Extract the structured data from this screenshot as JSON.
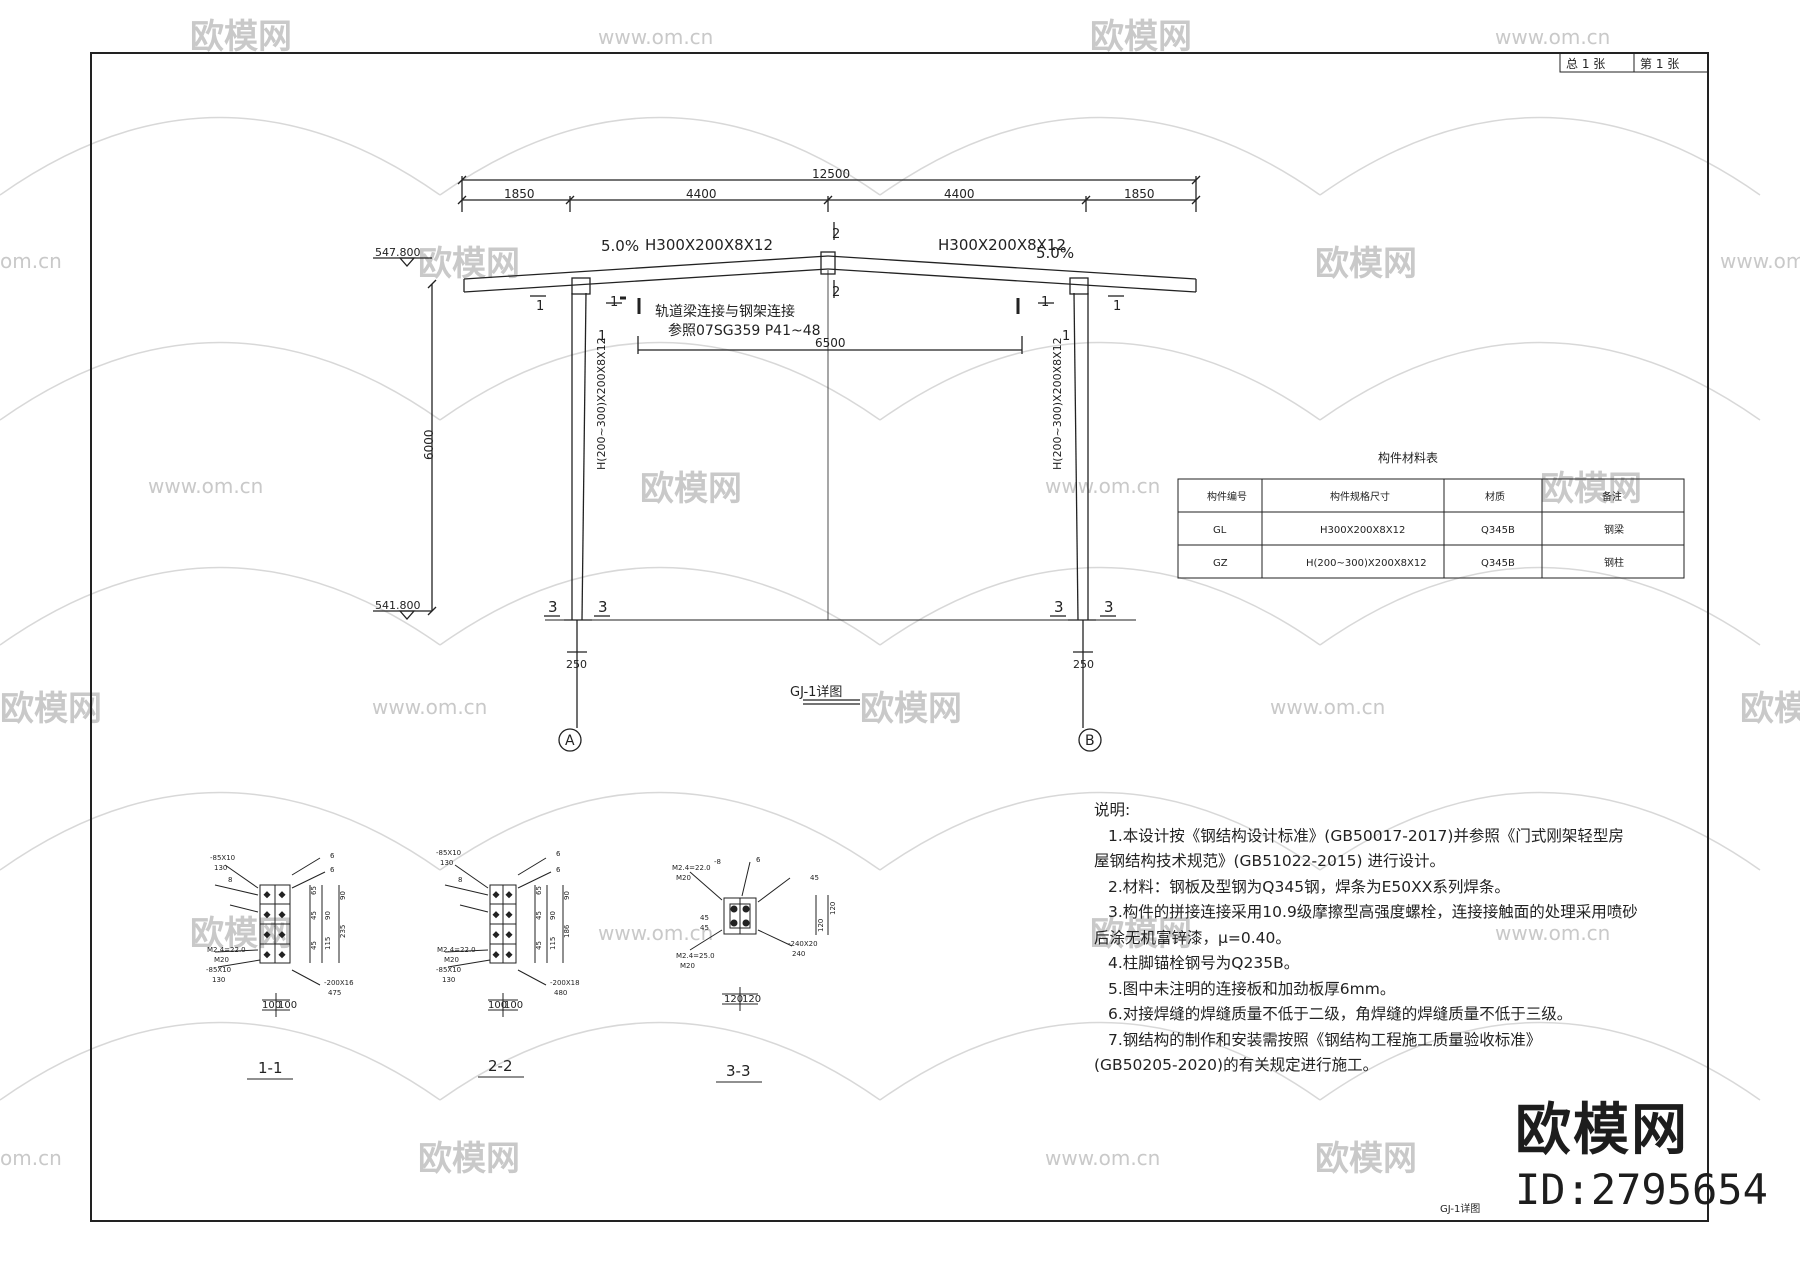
{
  "sheet": {
    "total_label": "总 1 张",
    "page_label": "第 1 张",
    "title_small": "GJ-1详图"
  },
  "frame": {
    "dims": {
      "overall": "12500",
      "seg1": "1850",
      "seg2": "4400",
      "seg3": "4400",
      "seg4": "1850",
      "span": "6500",
      "height": "6000",
      "col_w_a": "250",
      "col_w_b": "250"
    },
    "elevations": {
      "top": "547.800",
      "bottom": "541.800"
    },
    "beam_left": "H300X200X8X12",
    "beam_right": "H300X200X8X12",
    "slope_left": "5.0%",
    "slope_right": "5.0%",
    "column_label": "H(200~300)X200X8X12",
    "note_line1": "轨道梁连接与钢架连接",
    "note_line2": "参照07SG359 P41~48",
    "section_marks": {
      "s1": "1",
      "s2": "2",
      "s3": "3"
    },
    "axes": {
      "a": "A",
      "b": "B"
    },
    "title": "GJ-1详图"
  },
  "material_table": {
    "title": "构件材料表",
    "headers": [
      "构件编号",
      "构件规格尺寸",
      "材质",
      "备注"
    ],
    "rows": [
      [
        "GL",
        "H300X200X8X12",
        "Q345B",
        "钢梁"
      ],
      [
        "GZ",
        "H(200~300)X200X8X12",
        "Q345B",
        "钢柱"
      ]
    ]
  },
  "sections": {
    "s11": {
      "title": "1-1",
      "w1": "100",
      "w2": "100",
      "labels": [
        "-85X10",
        "130",
        "6",
        "8",
        "6",
        "M2.4=22.0",
        "M20",
        "-85X10",
        "130",
        "-200X16",
        "475",
        "45",
        "45",
        "65",
        "115",
        "90",
        "235",
        "90"
      ]
    },
    "s22": {
      "title": "2-2",
      "w1": "100",
      "w2": "100",
      "labels": [
        "-85X10",
        "130",
        "6",
        "8",
        "6",
        "M2.4=22.0",
        "M20",
        "-85X10",
        "130",
        "-200X18",
        "480",
        "45",
        "45",
        "65",
        "115",
        "90",
        "186",
        "90"
      ]
    },
    "s33": {
      "title": "3-3",
      "w1": "120",
      "w2": "120",
      "labels": [
        "M2.4=22.0",
        "M20",
        "-8",
        "6",
        "45",
        "45",
        "45",
        "-240X20",
        "240",
        "M2.4=25.0",
        "M20",
        "120",
        "120"
      ]
    }
  },
  "notes": {
    "heading": "说明:",
    "lines": [
      "1.本设计按《钢结构设计标准》(GB50017-2017)并参照《门式刚架轻型房",
      "屋钢结构技术规范》(GB51022-2015) 进行设计。",
      "2.材料：钢板及型钢为Q345钢，焊条为E50XX系列焊条。",
      "3.构件的拼接连接采用10.9级摩擦型高强度螺栓，连接接触面的处理采用喷砂",
      "后涂无机富锌漆，μ=0.40。",
      "4.柱脚锚栓钢号为Q235B。",
      "5.图中未注明的连接板和加劲板厚6mm。",
      "6.对接焊缝的焊缝质量不低于二级，角焊缝的焊缝质量不低于三级。",
      "7.钢结构的制作和安装需按照《钢结构工程施工质量验收标准》",
      "(GB50205-2020)的有关规定进行施工。"
    ]
  },
  "watermark": {
    "brand": "欧模网",
    "url": "www.om.cn",
    "url_short": "om.cn",
    "id": "ID:2795654"
  },
  "colors": {
    "line": "#222222",
    "watermark": "#c9c9c9",
    "background": "#ffffff"
  }
}
